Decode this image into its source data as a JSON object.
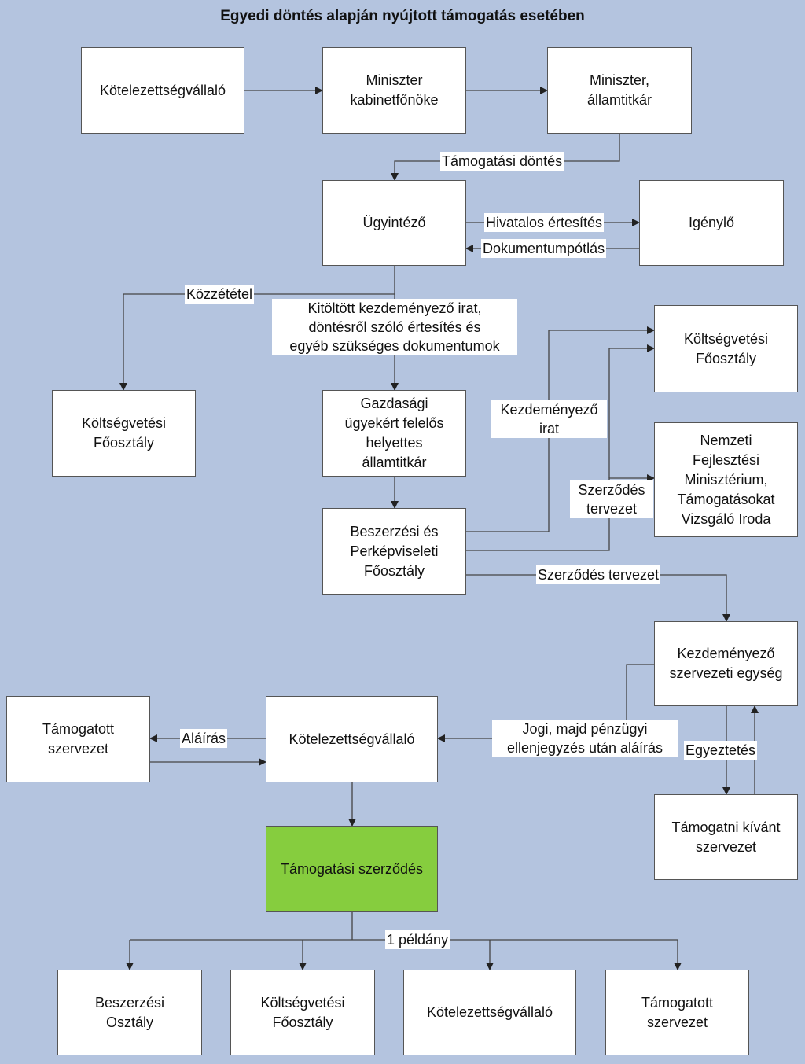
{
  "title": "Egyedi döntés alapján nyújtott támogatás esetében",
  "boxes": {
    "kotelezett_top": "Kötelezettségvállaló",
    "miniszter_kabinet": "Miniszter\nkabinetfőnöke",
    "miniszter_allamtitkar": "Miniszter,\nállamtitkár",
    "ugyintezo": "Ügyintéző",
    "igenylo": "Igénylő",
    "koltseg_left": "Költségvetési\nFőosztály",
    "gazdasagi": "Gazdasági\nügyekért felelős\nhelyettes\nállamtitkár",
    "koltseg_right": "Költségvetési\nFőosztály",
    "nemzeti": "Nemzeti\nFejlesztési\nMinisztérium,\nTámogatásokat\nVizsgáló Iroda",
    "beszerzesi_perkep": "Beszerzési és\nPerképviseleti\nFőosztály",
    "kezdemenyezo_egyseg": "Kezdeményező\nszervezeti egység",
    "tamogatott_mid": "Támogatott\nszervezet",
    "kotelezett_mid": "Kötelezettségvállaló",
    "tamogatni_kivant": "Támogatni kívánt\nszervezet",
    "tamogatasi_szerzodes": "Támogatási szerződés",
    "beszerzesi_osztaly": "Beszerzési\nOsztály",
    "koltseg_bottom": "Költségvetési\nFőosztály",
    "kotelezett_bottom": "Kötelezettségvállaló",
    "tamogatott_bottom": "Támogatott\nszervezet"
  },
  "labels": {
    "tamogatasi_dontes": "Támogatási döntés",
    "hivatalos_ertesites": "Hivatalos értesítés",
    "dokumentumpotlas": "Dokumentumpótlás",
    "kozzetetel": "Közzététel",
    "kitoltott": "Kitöltött kezdeményező irat,\ndöntésről szóló értesítés és\negyéb szükséges dokumentumok",
    "kezdemenyezo_irat": "Kezdeményező\nirat",
    "szerzodes_tervezet_v": "Szerződés\ntervezet",
    "szerzodes_tervezet_h": "Szerződés tervezet",
    "jogi": "Jogi, majd pénzügyi\nellenjegyzés után aláírás",
    "egyeztetes": "Egyeztetés",
    "alairas": "Aláírás",
    "egy_peldany": "1 példány"
  },
  "colors": {
    "background": "#b4c4df",
    "box": "#ffffff",
    "highlight": "#86cd3e",
    "line": "#333333"
  }
}
